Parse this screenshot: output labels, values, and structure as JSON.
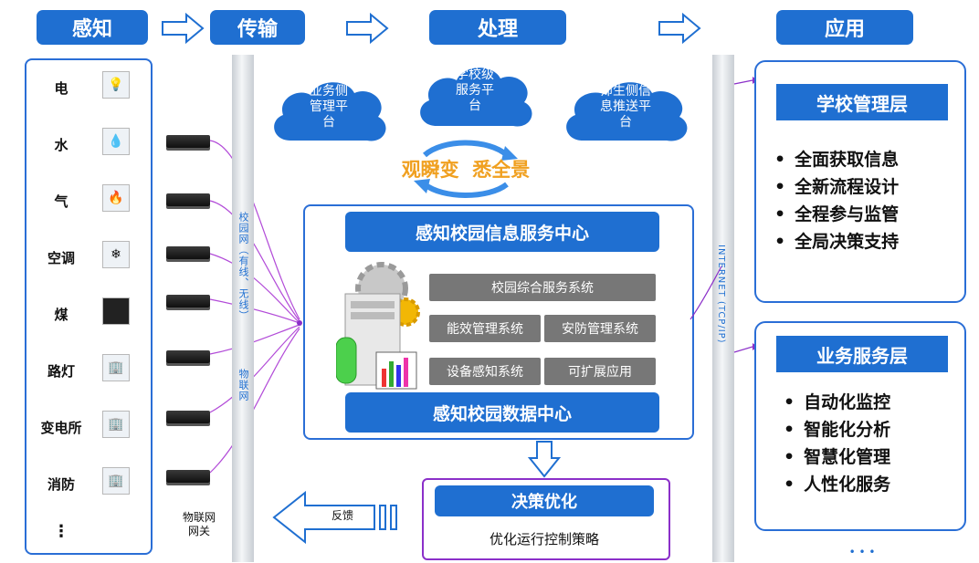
{
  "stages": [
    "感知",
    "传输",
    "处理",
    "应用"
  ],
  "sensors": [
    {
      "label": "电",
      "icon": "lightbulb-icon"
    },
    {
      "label": "水",
      "icon": "water-icon"
    },
    {
      "label": "气",
      "icon": "gas-flame-icon"
    },
    {
      "label": "空调",
      "icon": "air-conditioner-icon"
    },
    {
      "label": "煤",
      "icon": "coal-icon"
    },
    {
      "label": "路灯",
      "icon": "building-icon"
    },
    {
      "label": "变电所",
      "icon": "building-icon"
    },
    {
      "label": "消防",
      "icon": "building-icon"
    },
    {
      "label": "⋮",
      "icon": ""
    }
  ],
  "transport": {
    "campus_network": "校园网（有线、无线）",
    "iot": "物联网",
    "gateway": "物联网\n网关",
    "internet": "INTERNET (TCP/IP)"
  },
  "clouds": [
    "业务侧\n管理平\n台",
    "学校级\n服务平\n台",
    "师生侧信\n息推送平\n台"
  ],
  "slogan": "观瞬变  悉全景",
  "center": {
    "service_center": "感知校园信息服务中心",
    "systems": [
      "校园综合服务系统",
      "能效管理系统",
      "安防管理系统",
      "设备感知系统",
      "可扩展应用"
    ],
    "data_center": "感知校园数据中心"
  },
  "decision": {
    "title": "决策优化",
    "subtitle": "优化运行控制策略",
    "feedback": "反馈"
  },
  "layers": [
    {
      "title": "学校管理层",
      "items": [
        "全面获取信息",
        "全新流程设计",
        "全程参与监管",
        "全局决策支持"
      ]
    },
    {
      "title": "业务服务层",
      "items": [
        "自动化监控",
        "智能化分析",
        "智慧化管理",
        "人性化服务"
      ]
    }
  ],
  "more": "• • •",
  "colors": {
    "primary": "#1f6fd1",
    "slogan": "#f0a020",
    "purple": "#8b2fc9",
    "gray_box": "#777777"
  }
}
